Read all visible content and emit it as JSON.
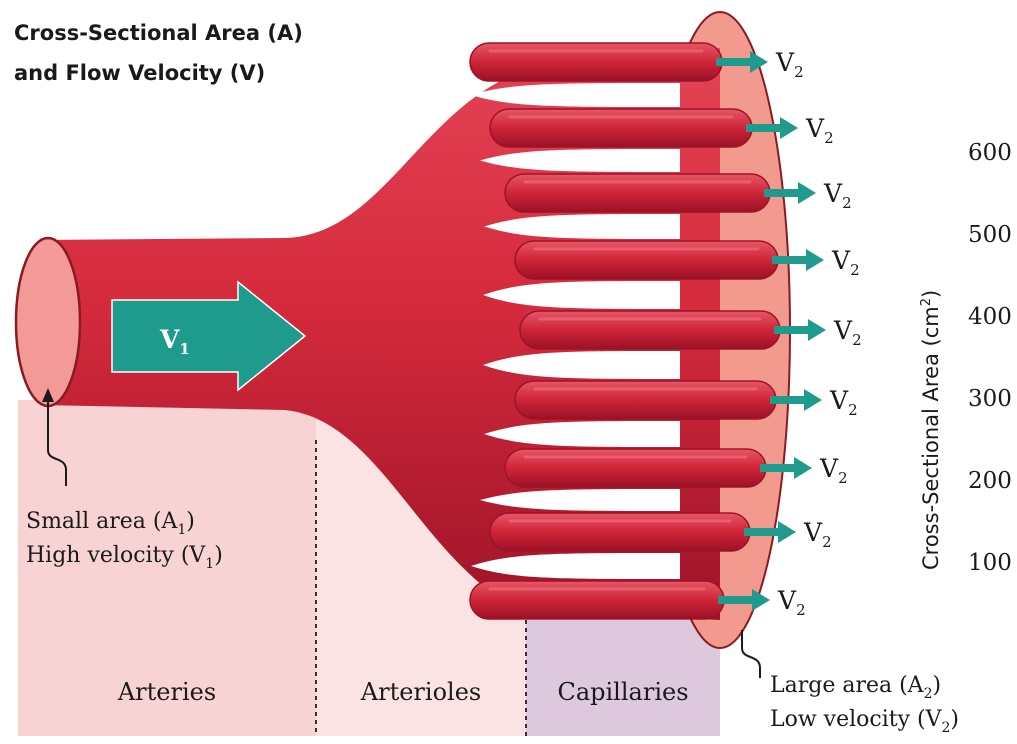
{
  "title": {
    "line1": "Cross-Sectional Area (A)",
    "line2": "and Flow Velocity (V)"
  },
  "regions": [
    {
      "label": "Arteries",
      "color": "#f7d3d3"
    },
    {
      "label": "Arterioles",
      "color": "#fbe3e3"
    },
    {
      "label": "Capillaries",
      "color": "#ddc8dd"
    }
  ],
  "inflow": {
    "symbol": "V",
    "subscript": "1"
  },
  "outflow": {
    "symbol": "V",
    "subscript": "2",
    "count": 9
  },
  "annotations": {
    "small_area": {
      "line1_prefix": "Small area (A",
      "line1_sub": "1",
      "line1_suffix": ")",
      "line2_prefix": "High velocity (V",
      "line2_sub": "1",
      "line2_suffix": ")"
    },
    "large_area": {
      "line1_prefix": "Large area (A",
      "line1_sub": "2",
      "line1_suffix": ")",
      "line2_prefix": "Low velocity (V",
      "line2_sub": "2",
      "line2_suffix": ")"
    }
  },
  "side_axis": {
    "label_prefix": "Cross-Sectional Area (cm",
    "label_sup": "2",
    "label_suffix": ")",
    "ticks": [
      "600",
      "500",
      "400",
      "300",
      "200",
      "100"
    ]
  },
  "colors": {
    "vessel": "#d42a3c",
    "vessel_dark": "#9e1328",
    "vessel_highlight": "#ef6a78",
    "lumen": "#f39a98",
    "flow_arrow": "#1f9b8e",
    "capillary_bed": "#f29a8e"
  }
}
